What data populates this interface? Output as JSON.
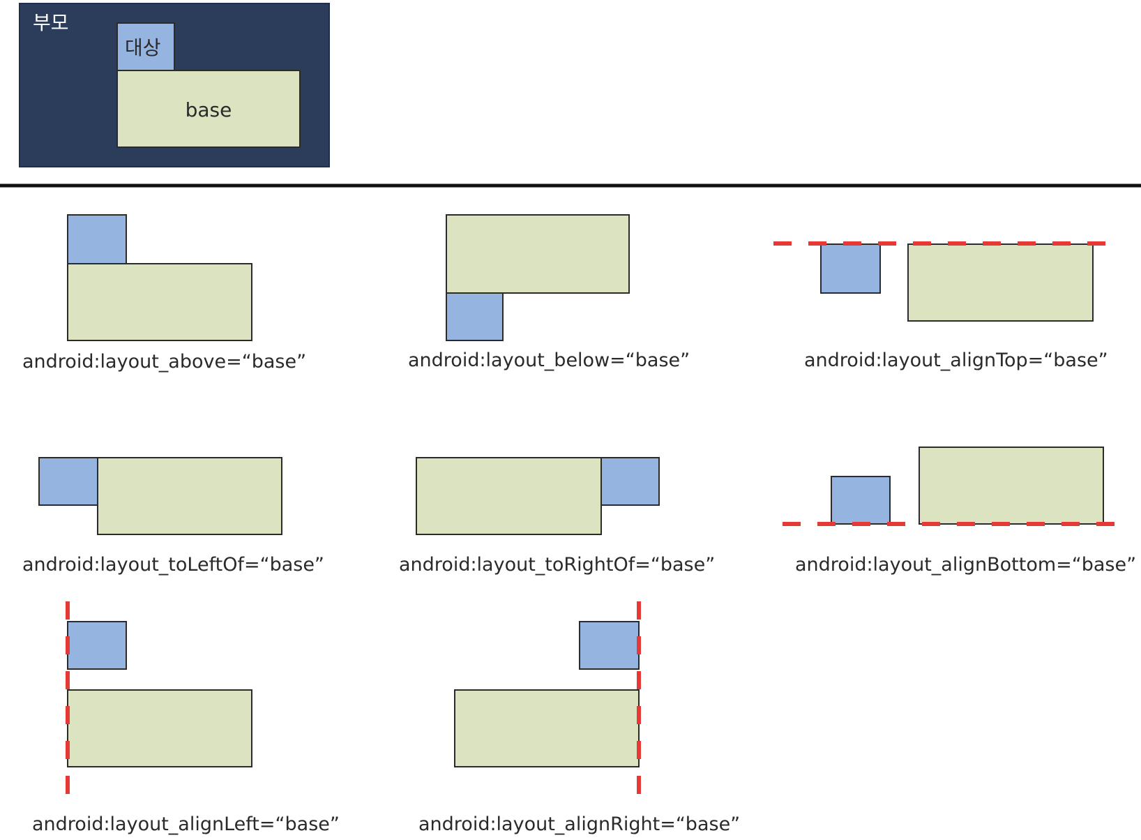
{
  "colors": {
    "parent": "#2b3d5a",
    "parent_text": "#ffffff",
    "target": "#95b4e0",
    "base": "#dbe3c1",
    "guide": "#e53935",
    "divider": "#111111",
    "text": "#2a2a2a"
  },
  "legend": {
    "parent_label": "부모",
    "target_label": "대상",
    "base_label": "base"
  },
  "examples": [
    {
      "caption": "android:layout_above=“base”"
    },
    {
      "caption": "android:layout_below=“base”"
    },
    {
      "caption": "android:layout_alignTop=“base”"
    },
    {
      "caption": "android:layout_toLeftOf=“base”"
    },
    {
      "caption": "android:layout_toRightOf=“base”"
    },
    {
      "caption": "android:layout_alignBottom=“base”"
    },
    {
      "caption": "android:layout_alignLeft=“base”"
    },
    {
      "caption": "android:layout_alignRight=“base”"
    }
  ]
}
